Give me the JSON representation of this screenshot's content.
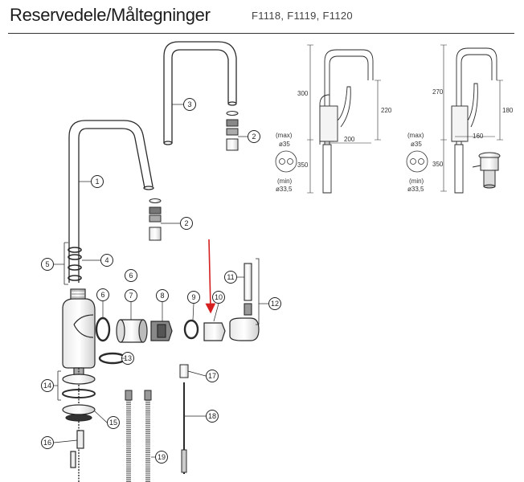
{
  "header": {
    "title": "Reservedele/Måltegninger",
    "models": "F1118, F1119, F1120"
  },
  "callouts": [
    "1",
    "2",
    "3",
    "2",
    "4",
    "5",
    "6",
    "6",
    "7",
    "8",
    "9",
    "10",
    "11",
    "12",
    "13",
    "14",
    "15",
    "16",
    "17",
    "18",
    "19"
  ],
  "dimensions": {
    "left": {
      "height": "300",
      "spout": "220",
      "reach": "200",
      "below": "350",
      "max_label": "(max)",
      "max_value": "ø35",
      "min_label": "(min)",
      "min_value": "ø33,5"
    },
    "right": {
      "height": "270",
      "spout": "180",
      "reach": "160",
      "below": "350",
      "max_label": "(max)",
      "max_value": "ø35",
      "min_label": "(min)",
      "min_value": "ø33,5"
    }
  },
  "colors": {
    "arrow": "#d62020",
    "line": "#2a2a2a"
  }
}
